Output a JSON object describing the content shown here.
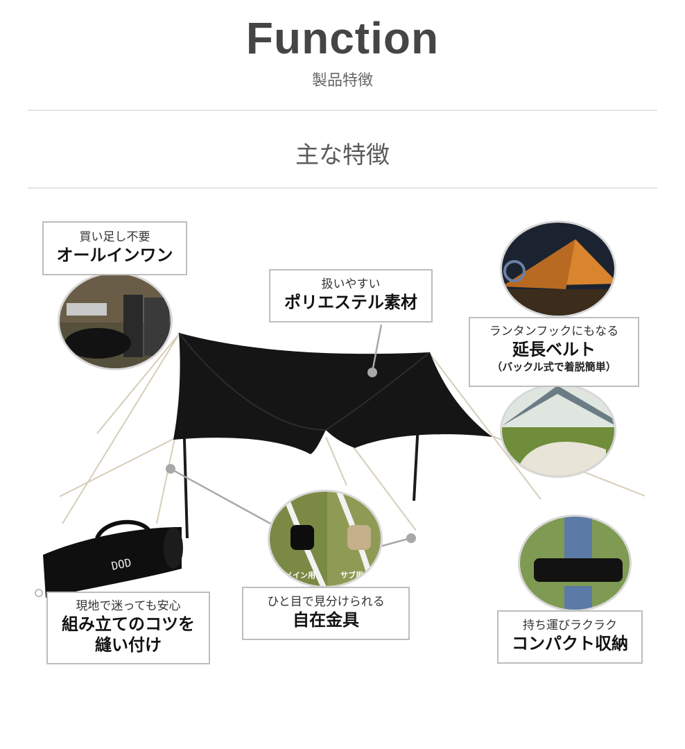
{
  "header": {
    "title": "Function",
    "subtitle": "製品特徴"
  },
  "section": {
    "title": "主な特徴"
  },
  "features": {
    "all_in_one": {
      "small": "買い足し不要",
      "big": "オールインワン"
    },
    "polyester": {
      "small": "扱いやすい",
      "big": "ポリエステル素材"
    },
    "belt": {
      "small": "ランタンフックにもなる",
      "big": "延長ベルト",
      "note": "（バックル式で着脱簡単）"
    },
    "sewing": {
      "small": "現地で迷っても安心",
      "big": "組み立てのコツを",
      "big2": "縫い付け"
    },
    "fitting": {
      "small": "ひと目で見分けられる",
      "big": "自在金具"
    },
    "compact": {
      "small": "持ち運びラクラク",
      "big": "コンパクト収納"
    }
  },
  "photo_captions": {
    "main": "メイン用",
    "sub": "サブ用"
  },
  "colors": {
    "tarp": "#151515",
    "accent_orange": "#d9852f",
    "grass": "#6f8d3a",
    "rule": "#e3e3e3"
  },
  "brand": "DOD"
}
